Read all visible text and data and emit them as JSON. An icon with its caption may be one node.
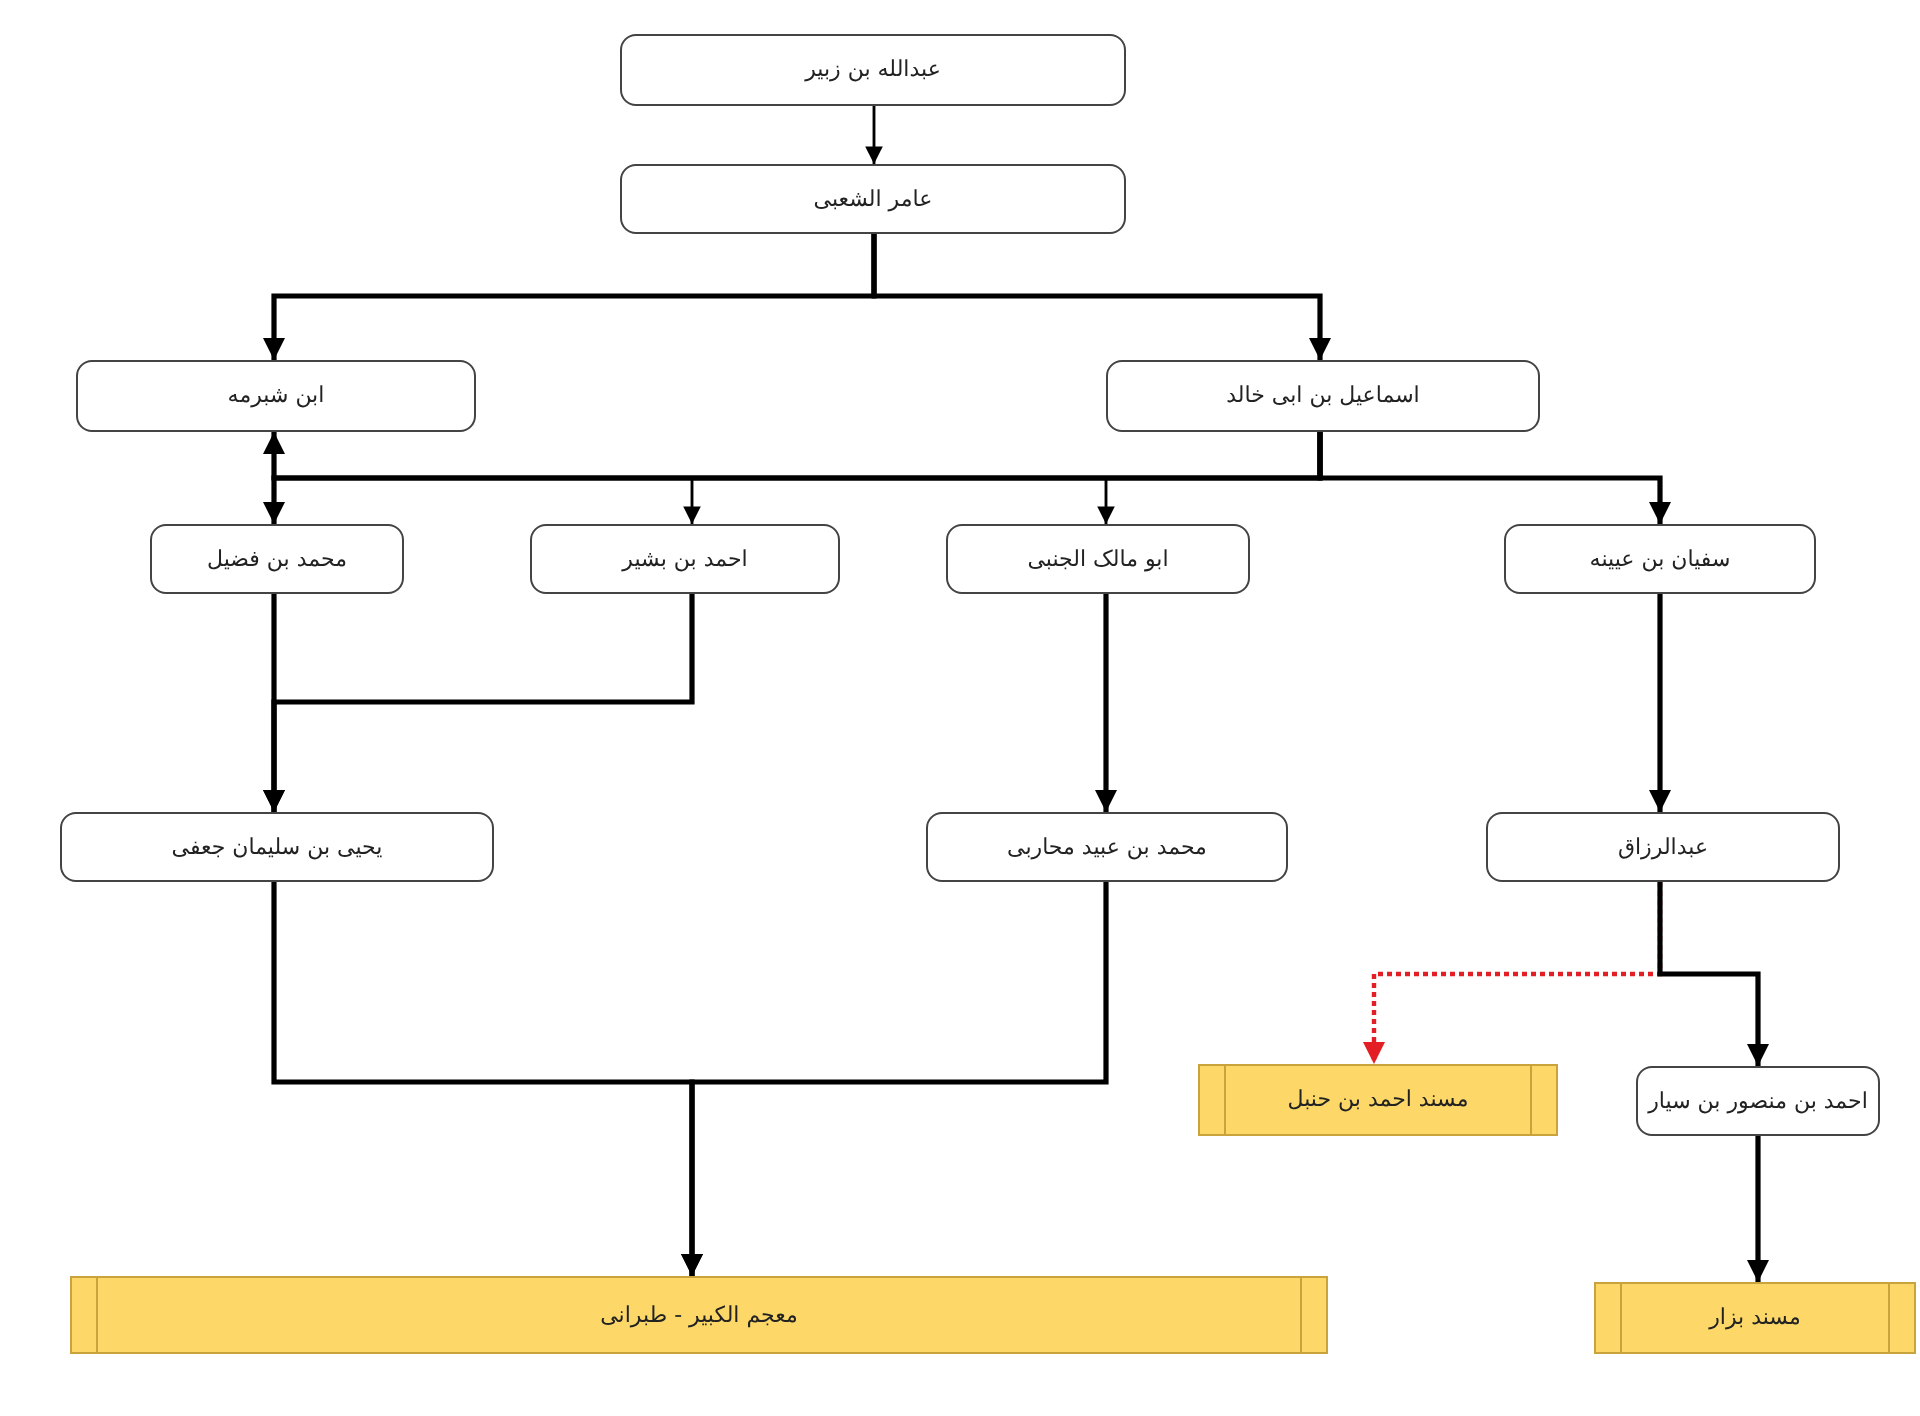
{
  "diagram": {
    "nodes": [
      {
        "text": [
          "عبدالله بن زبیر"
        ]
      },
      {
        "text": [
          "عامر الشعبی"
        ]
      },
      {
        "text": [
          "ابن شبرمه"
        ]
      },
      {
        "text": [
          "اسماعیل بن ابی خالد"
        ]
      },
      {
        "text": [
          "محمد بن فضیل"
        ]
      },
      {
        "text": [
          "احمد بن بشیر"
        ]
      },
      {
        "text": [
          "ابو مالک الجنبی"
        ]
      },
      {
        "text": [
          "سفیان بن عیینه"
        ]
      },
      {
        "text": [
          "یحیی بن سلیمان جعفی"
        ]
      },
      {
        "text": [
          "محمد بن عبید محاربی"
        ]
      },
      {
        "text": [
          "عبدالرزاق"
        ]
      },
      {
        "text": [
          "مسند احمد بن حنبل"
        ]
      },
      {
        "text": [
          "احمد بن منصور بن سیار"
        ]
      },
      {
        "text": [
          "معجم الکبیر - طبرانی"
        ]
      },
      {
        "text": [
          "مسند بزار"
        ]
      }
    ],
    "edges": [
      {
        "from": 0,
        "to": 1,
        "arrow": "to"
      },
      {
        "from": 1,
        "to": 2,
        "arrow": "to"
      },
      {
        "from": 1,
        "to": 3,
        "arrow": "to"
      },
      {
        "from": 3,
        "to": 2,
        "arrow": "to"
      },
      {
        "from": 3,
        "to": 4,
        "arrow": "to"
      },
      {
        "from": 3,
        "to": 5,
        "arrow": "to"
      },
      {
        "from": 3,
        "to": 6,
        "arrow": "to"
      },
      {
        "from": 3,
        "to": 7,
        "arrow": "to"
      },
      {
        "from": 4,
        "to": 8,
        "arrow": "to"
      },
      {
        "from": 5,
        "to": 8,
        "arrow": "to"
      },
      {
        "from": 6,
        "to": 9,
        "arrow": "to"
      },
      {
        "from": 7,
        "to": 10,
        "arrow": "to"
      },
      {
        "from": 8,
        "to": 13,
        "arrow": "to"
      },
      {
        "from": 9,
        "to": 13,
        "arrow": "to"
      },
      {
        "from": 10,
        "to": 11,
        "arrow": "to",
        "style": "dashed",
        "color": "#e31e24"
      },
      {
        "from": 10,
        "to": 12,
        "arrow": "to"
      },
      {
        "from": 12,
        "to": 14,
        "arrow": "to"
      }
    ]
  }
}
